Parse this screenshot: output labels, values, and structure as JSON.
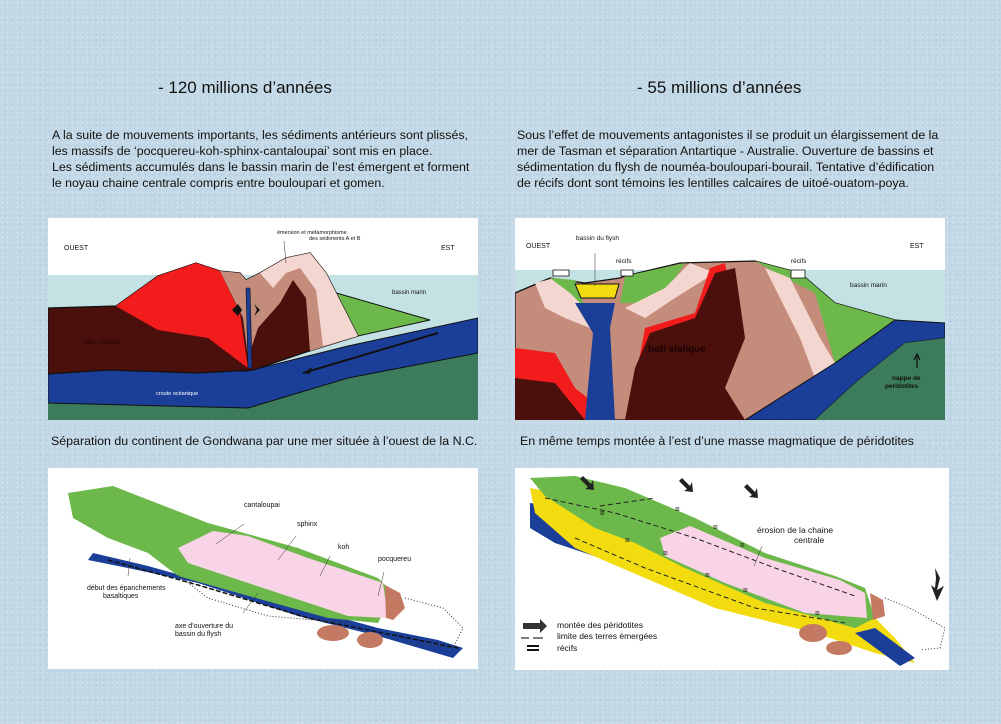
{
  "left": {
    "title": "- 120  millions d’années",
    "paragraph": [
      "A la suite de mouvements importants, les sédiments antérieurs sont plissés,",
      "les massifs de ‘pocquereu-koh-sphinx-cantaloupai’ sont mis en place.",
      "Les sédiments accumulés dans le bassin marin de l’est émergent et forment",
      "le noyau chaine centrale compris entre bouloupari et gomen."
    ],
    "section_diagram": {
      "west": "OUEST",
      "east": "EST",
      "emersion_1": "émersion et  métamorphisme",
      "emersion_2": "des sédiments A et B",
      "basin": "bassin marin",
      "sialic": "bâti sialique",
      "crust": "croute océanique"
    },
    "caption": "Séparation du continent de Gondwana par une mer située à l’ouest de la N.C.",
    "map": {
      "cantaloupai": "cantaloupai",
      "sphinx": "sphinx",
      "koh": "koh",
      "pocquereu": "pocquereu",
      "basalt_1": "début des épanchements",
      "basalt_2": "basaltiques",
      "axis_1": "axe d’ouverture du",
      "axis_2": "bassin du flysh"
    }
  },
  "right": {
    "title": "- 55  millions d’années",
    "paragraph": [
      "Sous l’effet de mouvements antagonistes il se produit un élargissement  de la",
      "mer de Tasman et séparation  Antartique - Australie. Ouverture de bassins et",
      "sédimentation du flysh de nouméa-bouloupari-bourail. Tentative d’édification",
      "de récifs dont sont témoins les lentilles calcaires de uitoé-ouatom-poya."
    ],
    "section_diagram": {
      "west": "OUEST",
      "east": "EST",
      "flysh_basin": "bassin du flysh",
      "reefs_left": "récifs",
      "reefs_right": "récifs",
      "basin": "bassin marin",
      "sialic": "bati   sialique",
      "nappe_1": "nappe de",
      "nappe_2": "peridotites"
    },
    "caption": "En même temps montée à l’est d’une masse magmatique de péridotites",
    "map": {
      "erosion_1": "érosion de la chaine",
      "erosion_2": "centrale",
      "legend": [
        {
          "icon": "arrow-icon",
          "label": "montée des péridotites"
        },
        {
          "icon": "dash-line-icon",
          "label": "limite des terres émergées"
        },
        {
          "icon": "reef-symbol-icon",
          "label": "récifs"
        }
      ]
    }
  },
  "colors": {
    "sea": "#c4e1e4",
    "crust": "#1b3f99",
    "mantle": "#3c7b5c",
    "sialic": "#4b0f0c",
    "red": "#f21c1c",
    "tan": "#c48c7a",
    "pink": "#f4d6d0",
    "green": "#6cb84a",
    "yellow": "#f2dc10",
    "lightpink": "#f9d3e6"
  }
}
